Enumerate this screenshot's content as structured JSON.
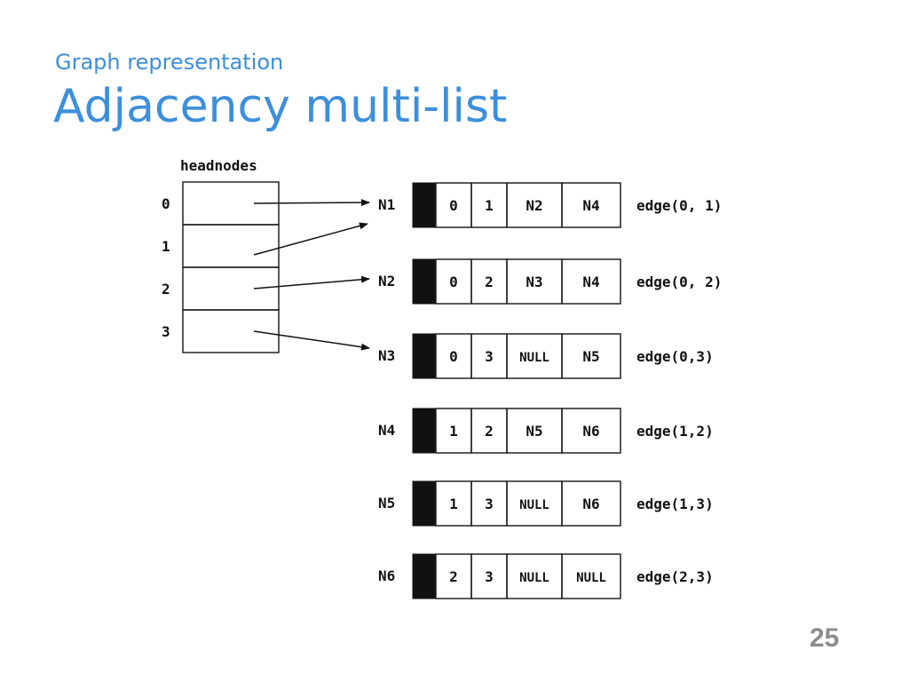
{
  "slide": {
    "subtitle": "Graph representation",
    "title": "Adjacency multi-list",
    "page_number": "25"
  },
  "diagram": {
    "headnodes_label": "headnodes",
    "headnodes": [
      {
        "index": "0",
        "points_to": "N1"
      },
      {
        "index": "1",
        "points_to": "N1"
      },
      {
        "index": "2",
        "points_to": "N2"
      },
      {
        "index": "3",
        "points_to": "N3"
      }
    ],
    "edge_nodes": [
      {
        "name": "N1",
        "fields": [
          "0",
          "1",
          "N2",
          "N4"
        ],
        "edge": "edge(0, 1)"
      },
      {
        "name": "N2",
        "fields": [
          "0",
          "2",
          "N3",
          "N4"
        ],
        "edge": "edge(0, 2)"
      },
      {
        "name": "N3",
        "fields": [
          "0",
          "3",
          "NULL",
          "N5"
        ],
        "edge": "edge(0,3)"
      },
      {
        "name": "N4",
        "fields": [
          "1",
          "2",
          "N5",
          "N6"
        ],
        "edge": "edge(1,2)"
      },
      {
        "name": "N5",
        "fields": [
          "1",
          "3",
          "NULL",
          "N6"
        ],
        "edge": "edge(1,3)"
      },
      {
        "name": "N6",
        "fields": [
          "2",
          "3",
          "NULL",
          "NULL"
        ],
        "edge": "edge(2,3)"
      }
    ]
  }
}
